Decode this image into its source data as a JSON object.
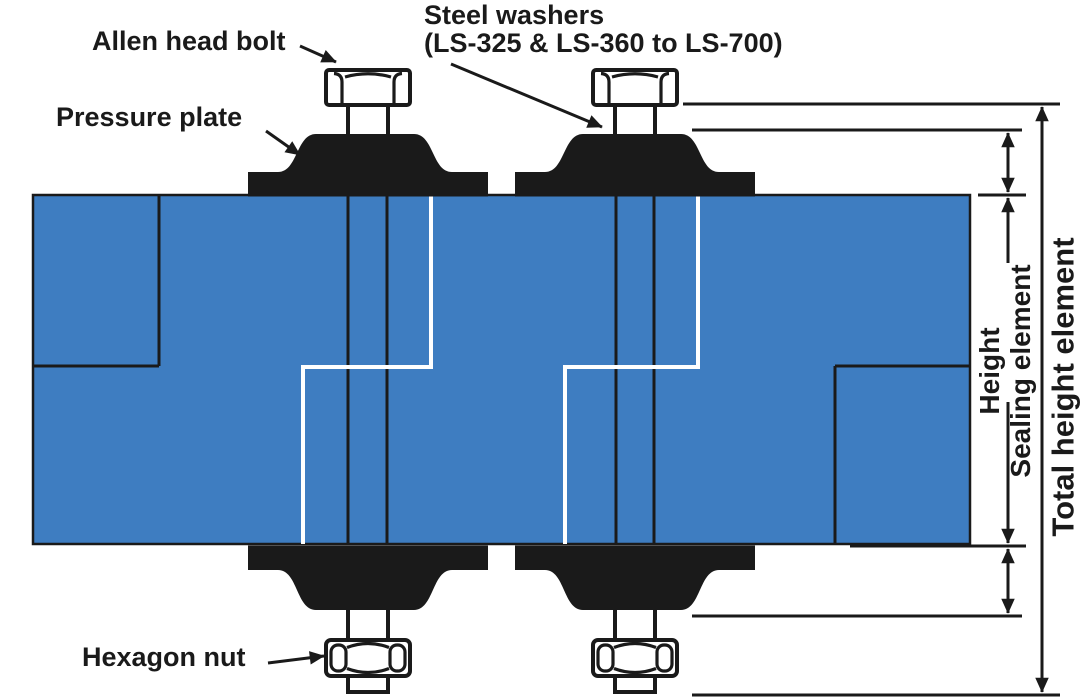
{
  "figure": {
    "callouts": {
      "allen_head_bolt": "Allen head bolt",
      "steel_washers_line1": "Steel washers",
      "steel_washers_line2": "(LS-325 & LS-360 to LS-700)",
      "pressure_plate": "Pressure plate",
      "hexagon_nut": "Hexagon nut"
    },
    "dimensions": {
      "height_sealing_line1": "Height",
      "height_sealing_line2": "Sealing element",
      "total_height": "Total height element"
    },
    "colors": {
      "element_blue": "#3e7dc1",
      "ink": "#1a1a1a",
      "joint_white": "#ffffff",
      "background": "#ffffff"
    }
  }
}
